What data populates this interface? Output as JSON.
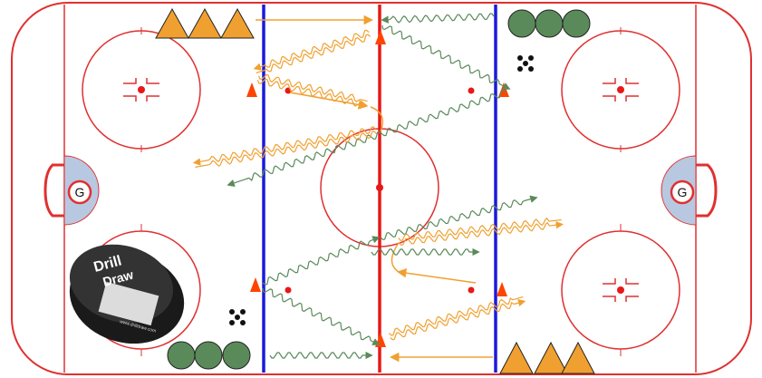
{
  "diagram": {
    "goalie_left_label": "G",
    "goalie_right_label": "G",
    "logo_line1": "Drill",
    "logo_line2": "Draw",
    "logo_url": "www.drilldraw.com",
    "colors": {
      "ice": "#ffffff",
      "boards": "#e03030",
      "blue_line": "#1a1adc",
      "red_line": "#e81818",
      "crease": "#b8c8e0",
      "team_orange": "#f0a030",
      "team_green": "#5a8a5a",
      "cone": "#ff4400",
      "puck": "#111111"
    }
  }
}
